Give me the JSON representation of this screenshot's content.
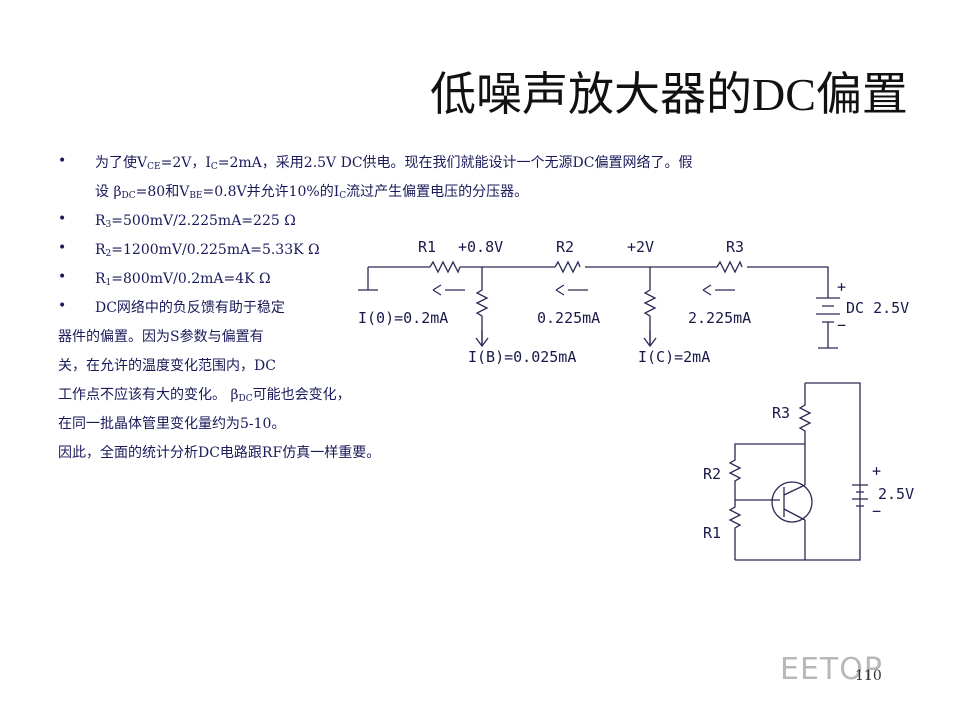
{
  "title": {
    "cjk": "低噪声放大器的",
    "latin": "DC",
    "cjk2": "偏置"
  },
  "bullets": {
    "b1_line1_a": "为了使V",
    "b1_sub_ce": "CE",
    "b1_line1_b": "=2V，I",
    "b1_sub_c": "C",
    "b1_line1_c": "=2mA，采用2.5V DC供电。现在我们就能设计一个无源DC偏置网络了。假",
    "b1_line2_a": "设 β",
    "b1_sub_dc": "DC",
    "b1_line2_b": "=80和V",
    "b1_sub_be": "BE",
    "b1_line2_c": "=0.8V并允许10%的I",
    "b1_sub_c2": "C",
    "b1_line2_d": "流过产生偏置电压的分压器。",
    "b2_a": "R",
    "b2_sub": "3",
    "b2_b": "=500mV/2.225mA=225 Ω",
    "b3_a": "R",
    "b3_sub": "2",
    "b3_b": "=1200mV/0.225mA=5.33K Ω",
    "b4_a": "R",
    "b4_sub": "1",
    "b4_b": "=800mV/0.2mA=4K Ω",
    "b5_line1": "DC网络中的负反馈有助于稳定",
    "b5_line2": "器件的偏置。因为S参数与偏置有",
    "b5_line3": "关，在允许的温度变化范围内，DC",
    "b5_line4a": "工作点不应该有大的变化。 β",
    "b5_sub": "DC",
    "b5_line4b": "可能也会变化，",
    "b5_line5": "在同一批晶体管里变化量约为5-10。",
    "b5_line6": "因此，全面的统计分析DC电路跟RF仿真一样重要。",
    "bullet_char": "•"
  },
  "circuit1": {
    "r1": "R1",
    "v08": "+0.8V",
    "r2": "R2",
    "v2": "+2V",
    "r3": "R3",
    "i0": "I(0)=0.2mA",
    "i_mid": "0.225mA",
    "i_right": "2.225mA",
    "ib": "I(B)=0.025mA",
    "ic": "I(C)=2mA",
    "dc_label": "DC 2.5V",
    "plus": "+",
    "minus": "−"
  },
  "circuit2": {
    "r3": "R3",
    "r2": "R2",
    "r1": "R1",
    "v": "2.5V",
    "plus": "+",
    "minus": "−"
  },
  "watermark": "EETOP",
  "page_number": "110"
}
